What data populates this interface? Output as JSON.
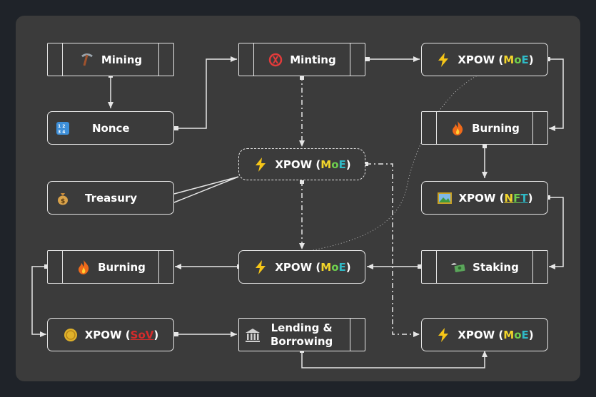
{
  "diagram": {
    "nodes": {
      "mining": {
        "label": "Mining",
        "icon": "pickaxe-icon"
      },
      "nonce": {
        "label": "Nonce",
        "icon": "numbers-icon"
      },
      "treasury": {
        "label": "Treasury",
        "icon": "money-bag-icon"
      },
      "minting": {
        "label": "Minting",
        "icon": "minting-logo-icon"
      },
      "xpow_center": {
        "prefix": "XPOW (",
        "suffix": ")",
        "m": "M",
        "o": "o",
        "e": "E",
        "icon": "lightning-icon"
      },
      "xpow_top": {
        "prefix": "XPOW (",
        "suffix": ")",
        "m": "M",
        "o": "o",
        "e": "E",
        "icon": "lightning-icon"
      },
      "burning_right": {
        "label": "Burning",
        "icon": "fire-icon"
      },
      "xpow_nft": {
        "prefix": "XPOW (",
        "suffix": ")",
        "n": "N",
        "f": "F",
        "t": "T",
        "icon": "picture-icon"
      },
      "staking": {
        "label": "Staking",
        "icon": "money-wings-icon"
      },
      "xpow_mid": {
        "prefix": "XPOW (",
        "suffix": ")",
        "m": "M",
        "o": "o",
        "e": "E",
        "icon": "lightning-icon"
      },
      "burning_left": {
        "label": "Burning",
        "icon": "fire-icon"
      },
      "xpow_sov": {
        "prefix": "XPOW (",
        "suffix": ")",
        "sov": "SoV",
        "icon": "coin-icon"
      },
      "lending": {
        "line1": "Lending &",
        "line2": "Borrowing",
        "icon": "bank-icon"
      },
      "xpow_bottom": {
        "prefix": "XPOW (",
        "suffix": ")",
        "m": "M",
        "o": "o",
        "e": "E",
        "icon": "lightning-icon"
      }
    },
    "colors": {
      "background": "#3b3b3b",
      "page": "#1f2329",
      "stroke": "#e6e6e6",
      "moe_m": "#f2d52b",
      "moe_o": "#6fd04e",
      "moe_e": "#2fb9c6",
      "sov": "#d62b2b"
    }
  }
}
